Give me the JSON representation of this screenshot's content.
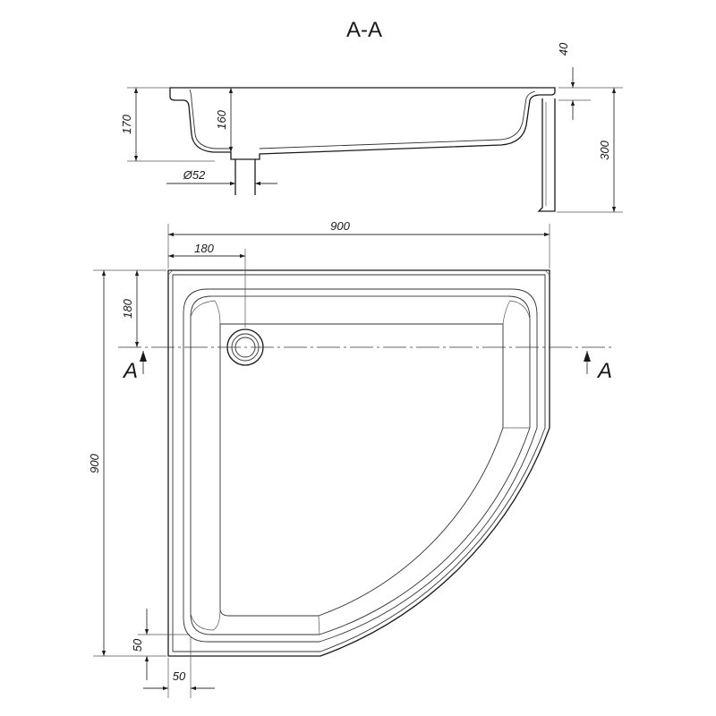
{
  "section": {
    "title": "A-A",
    "depth_outer": "170",
    "depth_inner": "160",
    "drain_diameter": "Ø52",
    "rim": "40",
    "total_height": "300"
  },
  "plan": {
    "width": "900",
    "height": "900",
    "drain_offset_x": "180",
    "drain_offset_y": "180",
    "margin_bottom": "50",
    "margin_left": "50",
    "section_label_left": "A",
    "section_label_right": "A"
  }
}
